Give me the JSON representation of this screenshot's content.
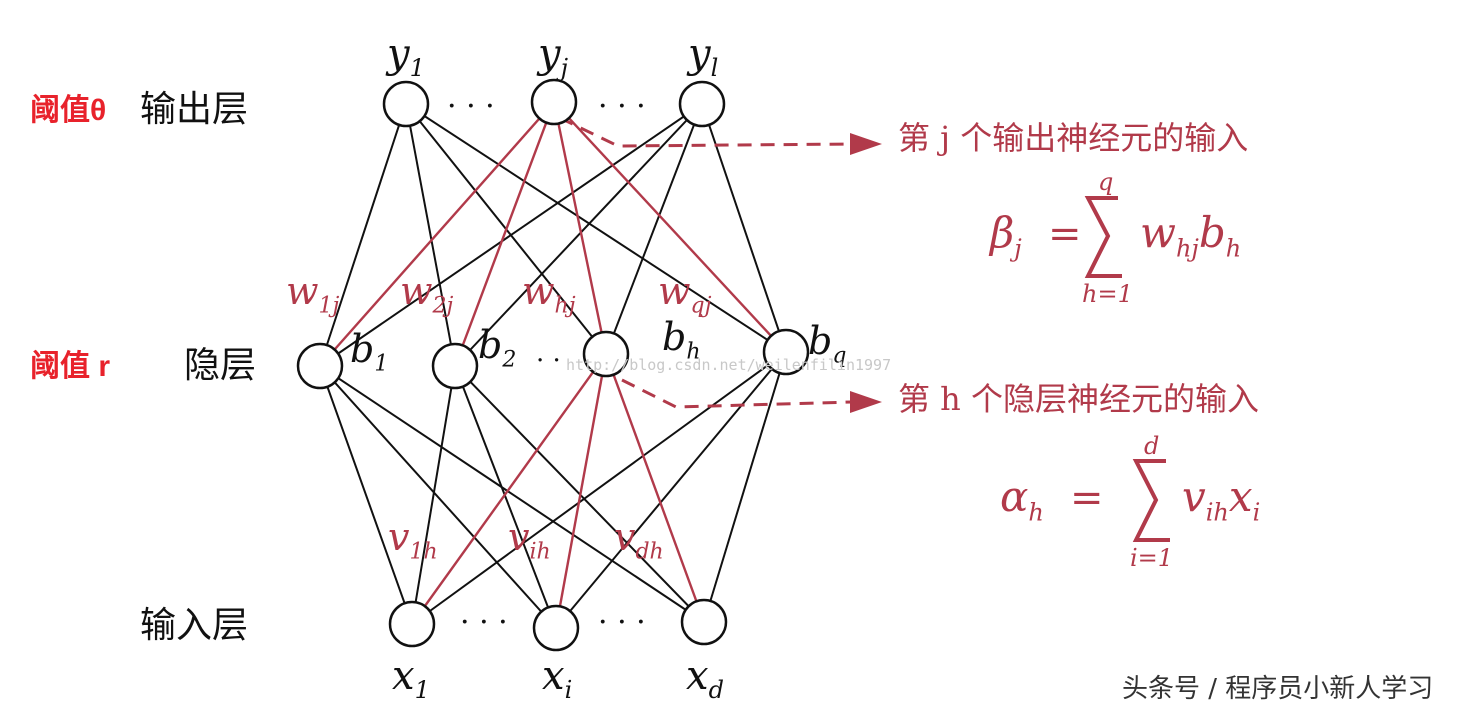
{
  "side_tags": {
    "output_threshold": "阈值θ",
    "hidden_threshold": "阈值 r"
  },
  "layers": {
    "output": "输出层",
    "hidden": "隐层",
    "input": "输入层"
  },
  "node_labels": {
    "outputs": [
      "y1",
      "yj",
      "yl"
    ],
    "hidden": [
      "b1",
      "b2",
      "bh",
      "bq"
    ],
    "inputs": [
      "x1",
      "xi",
      "xd"
    ],
    "dots": "· · ·"
  },
  "weight_labels": {
    "output_weights": [
      "w1j",
      "w2j",
      "whj",
      "wqj"
    ],
    "input_weights": [
      "v1h",
      "vih",
      "vdh"
    ]
  },
  "annotations": {
    "output_input_text": "第 j 个输出神经元的输入",
    "hidden_input_text": "第 h 个隐层神经元的输入",
    "beta_formula": {
      "lhs": "βj",
      "eq": "=",
      "upper": "q",
      "lower": "h=1",
      "term": "whjbh"
    },
    "alpha_formula": {
      "lhs": "αh",
      "eq": "=",
      "upper": "d",
      "lower": "i=1",
      "term": "vihxi"
    }
  },
  "watermark": "http://blog.csdn.net/weilenfilin1997",
  "footer": "头条号 / 程序员小新人学习",
  "colors": {
    "highlight": "#b13a4a",
    "line": "#111111",
    "tag": "#e8222b"
  }
}
